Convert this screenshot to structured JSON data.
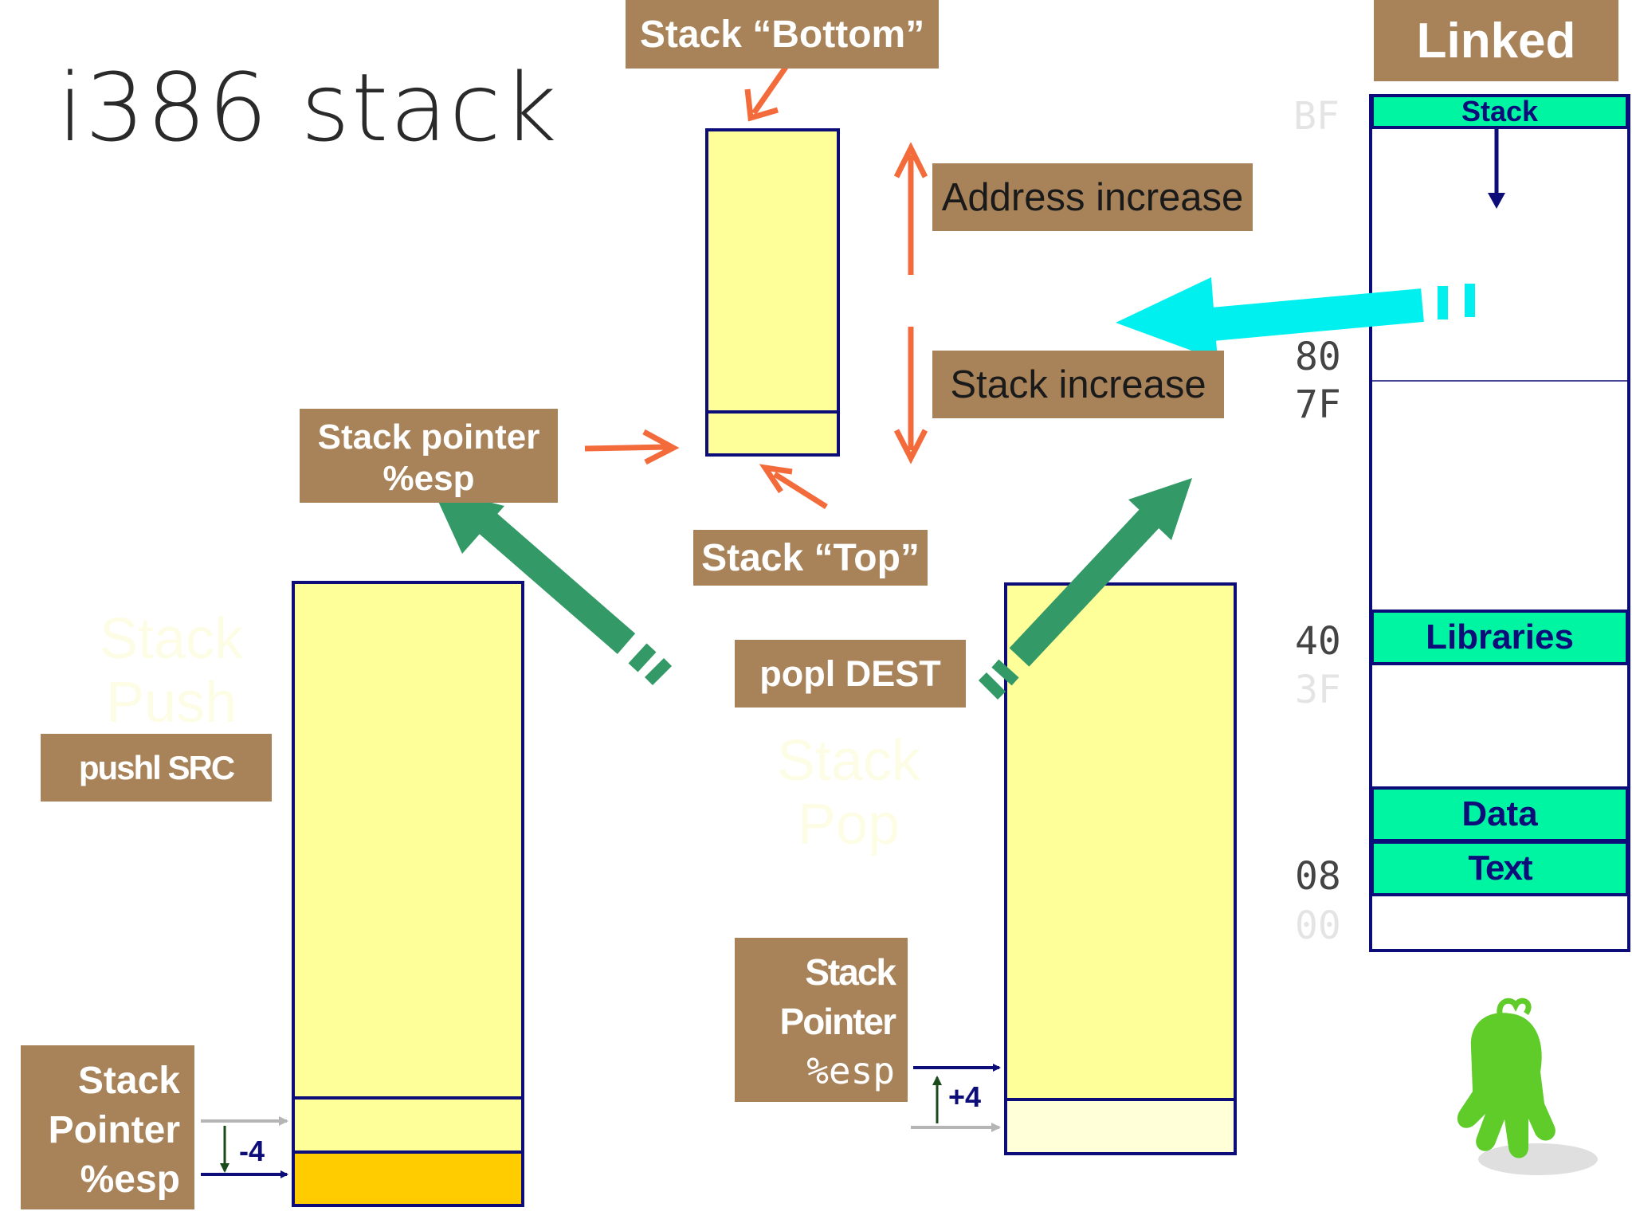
{
  "title": "i386 stack",
  "labels": {
    "stack_bottom": "Stack “Bottom”",
    "address_increase": "Address increase",
    "stack_increase": "Stack increase",
    "stack_pointer_esp_line1": "Stack pointer",
    "stack_pointer_esp_line2": "%esp",
    "stack_top": "Stack “Top”",
    "popl": "popl DEST",
    "pushl": "pushl SRC",
    "stack_push_line1": "Stack",
    "stack_push_line2": "Push",
    "stack_pop_line1": "Stack",
    "stack_pop_line2": "Pop",
    "sp_left_line1": "Stack",
    "sp_left_line2": "Pointer",
    "sp_left_line3": "%esp",
    "sp_mid_line1": "Stack",
    "sp_mid_line2": "Pointer",
    "sp_mid_line3": "%esp",
    "minus4": "-4",
    "plus4": "+4"
  },
  "memory": {
    "header": "Linked",
    "segments": {
      "stack": "Stack",
      "libraries": "Libraries",
      "data": "Data",
      "text": "Text"
    },
    "addresses": {
      "bf": "BF",
      "a80": "80",
      "a7f": "7F",
      "a40": "40",
      "a3f": "3F",
      "a08": "08",
      "a00": "00"
    }
  },
  "colors": {
    "tan_label": "#a8835a",
    "stack_fill": "#ffff99",
    "pushed_slot": "#ffcc00",
    "popped_slot": "#ffffd8",
    "orange_arrow": "#f36b3b",
    "green_arrow": "#339966",
    "cyan_arrow": "#00f0f0",
    "segment_green": "#00f5a2",
    "navy": "#0d0d7a",
    "mascot_green": "#5fcc2a"
  }
}
